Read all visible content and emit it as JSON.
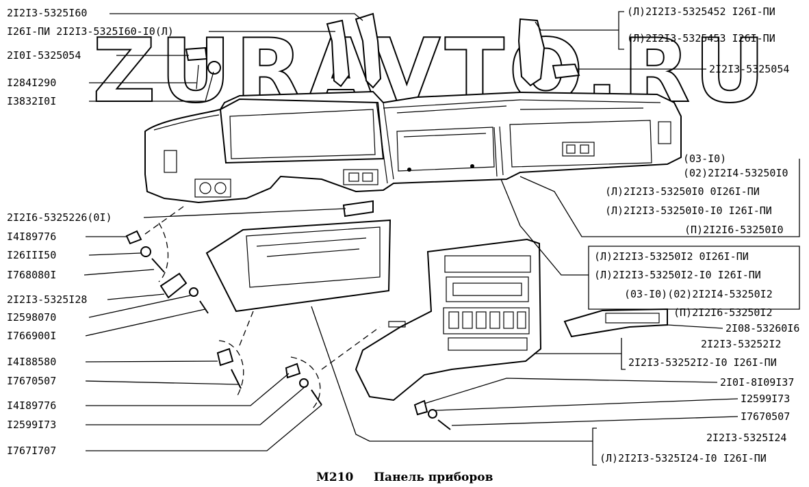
{
  "watermark": "ZURAVTO.RU",
  "caption": {
    "code": "M210",
    "title": "Панель приборов"
  },
  "labels_left": [
    "2I2I3-5325I60",
    "I26I-ПИ 2I2I3-5325I60-I0(Л)",
    "2I0I-5325054",
    "I284I290",
    "I3832I0I",
    "2I2I6-5325226(0I)",
    "I4I89776",
    "I26III50",
    "I768080I",
    "2I2I3-5325I28",
    "I2598070",
    "I766900I",
    "I4I88580",
    "I7670507",
    "I4I89776",
    "I2599I73",
    "I767I707"
  ],
  "labels_right": [
    "(Л)2I2I3-5325452 I26I-ПИ",
    "(Л)2I2I3-5325453 I26I-ПИ",
    "2I2I3-5325054",
    "(03-I0)",
    "(02)2I2I4-53250I0",
    "(Л)2I2I3-53250I0   0I26I-ПИ",
    "(Л)2I2I3-53250I0-I0 I26I-ПИ",
    "(П)2I2I6-53250I0",
    "(Л)2I2I3-53250I2    0I26I-ПИ",
    "(Л)2I2I3-53250I2-I0 I26I-ПИ",
    "(03-I0)(02)2I2I4-53250I2",
    "(П)2I2I6-53250I2",
    "2I08-53260I6",
    "2I2I3-53252I2",
    "2I2I3-53252I2-I0 I26I-ПИ",
    "2I0I-8I09I37",
    "I2599I73",
    "I7670507",
    "2I2I3-5325I24",
    "(Л)2I2I3-5325I24-I0 I26I-ПИ"
  ]
}
